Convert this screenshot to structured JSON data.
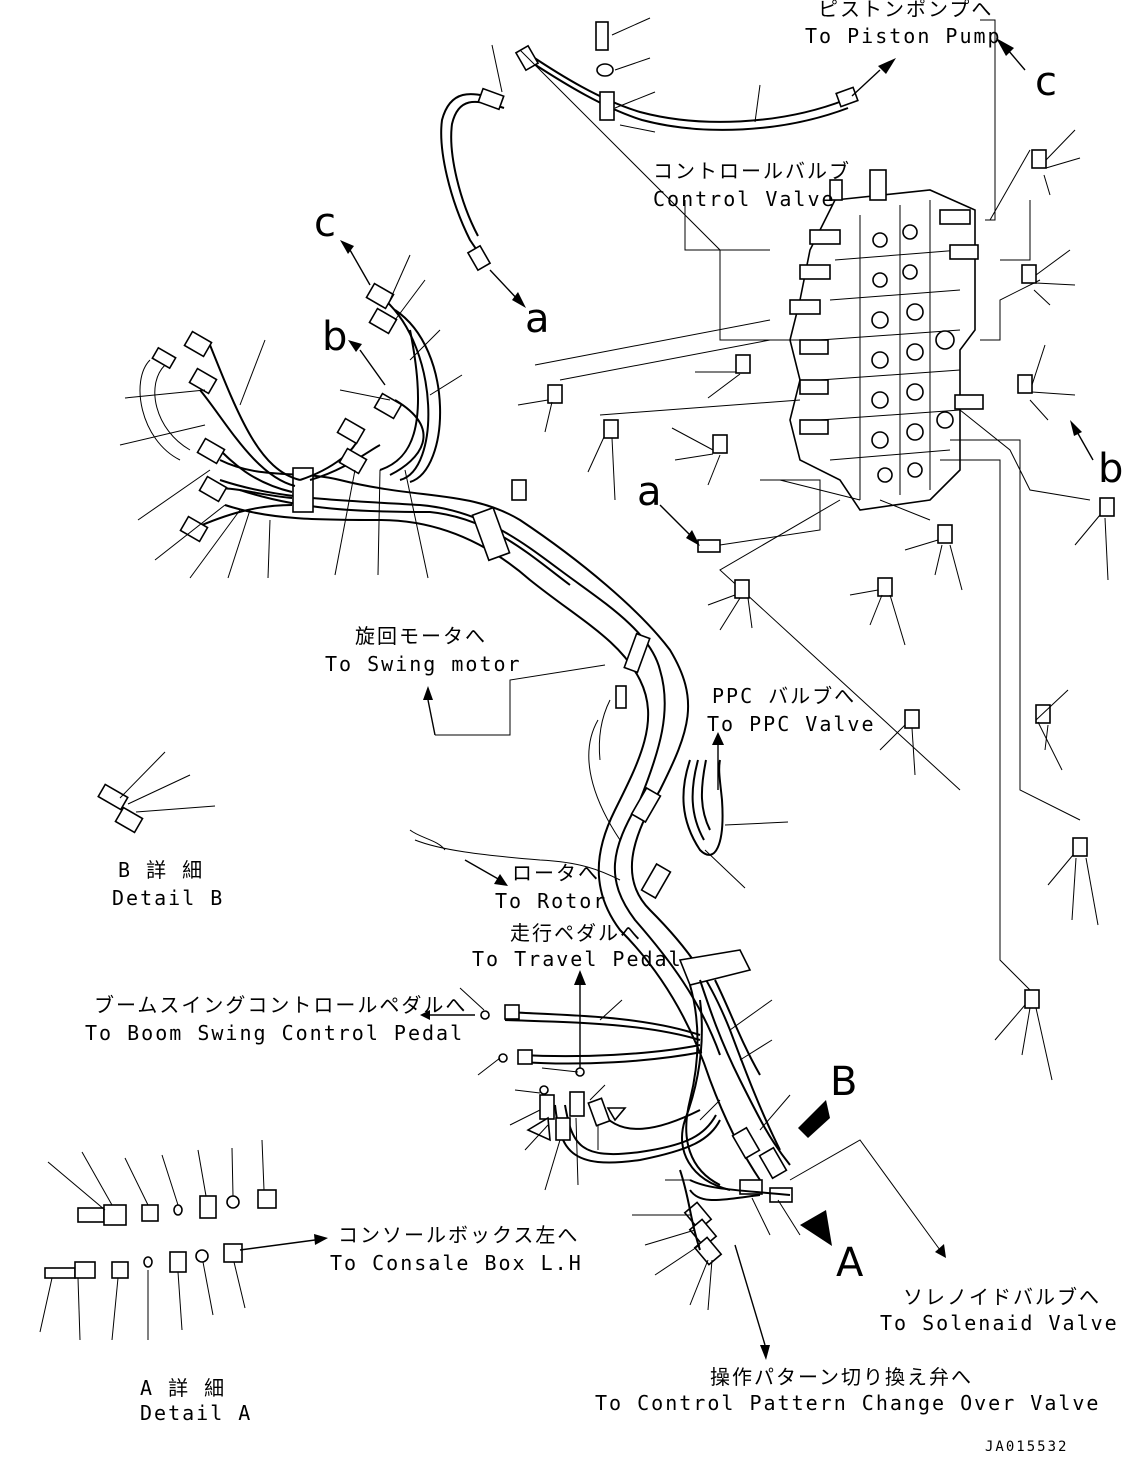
{
  "labels": {
    "piston_pump_jp": "ピストンポンプへ",
    "piston_pump_en": "To Piston Pump",
    "control_valve_jp": "コントロールバルブ",
    "control_valve_en": "Control Valve",
    "swing_motor_jp": "旋回モータへ",
    "swing_motor_en": "To Swing motor",
    "ppc_valve_jp": "PPC バルブへ",
    "ppc_valve_en": "To PPC Valve",
    "detail_b_jp": "B 詳 細",
    "detail_b_en": "Detail B",
    "rotor_jp": "ロータへ",
    "rotor_en": "To Rotor",
    "travel_pedal_jp": "走行ペダルへ",
    "travel_pedal_en": "To Travel Pedal",
    "boom_swing_jp": "ブームスイングコントロールペダルへ",
    "boom_swing_en": "To Boom Swing Control Pedal",
    "console_box_jp": "コンソールボックス左へ",
    "console_box_en": "To Consale Box L.H",
    "detail_a_jp": "A 詳 細",
    "detail_a_en": "Detail A",
    "solenoid_jp": "ソレノイドバルブへ",
    "solenoid_en": "To Solenaid Valve",
    "pattern_jp": "操作パターン切り換え弁へ",
    "pattern_en": "To Control Pattern Change Over Valve",
    "drawing_no": "JA015532"
  },
  "markers": {
    "c_top": "c",
    "c_left": "c",
    "b_left": "b",
    "b_right": "b",
    "a_top": "a",
    "a_mid": "a",
    "view_b": "B",
    "view_a": "A"
  }
}
